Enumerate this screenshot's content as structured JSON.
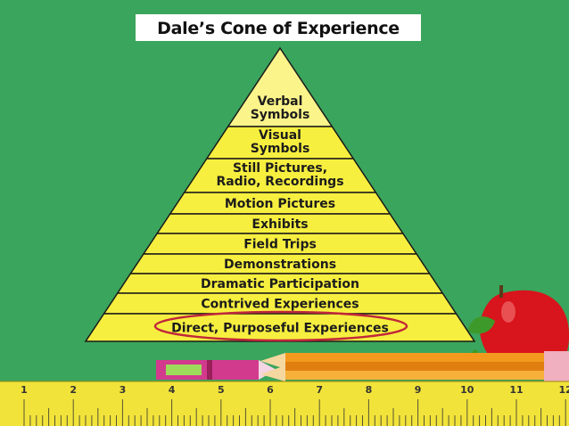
{
  "title": "Dale’s Cone of Experience",
  "levels": [
    "Verbal Symbols",
    "Visual Symbols",
    "Still Pictures, Radio, Recordings",
    "Motion Pictures",
    "Exhibits",
    "Field Trips",
    "Demonstrations",
    "Dramatic Participation",
    "Contrived Experiences",
    "Direct, Purposeful Experiences"
  ],
  "highlighted_level": "Direct, Purposeful Experiences",
  "ruler_numbers": [
    "1",
    "2",
    "3",
    "4",
    "5",
    "6",
    "7",
    "8",
    "9",
    "10",
    "11",
    "12"
  ],
  "colors": {
    "background": "#3aa55c",
    "cone_fill": "#f7ef3f",
    "cone_fill_light": "#fbf48a",
    "highlight_ellipse": "#c0273a",
    "ruler": "#f2e33a",
    "apple": "#d8141c",
    "leaf": "#3d9a2a",
    "pencil_orange": "#f39a1e",
    "crayon_pink": "#d23a8e"
  }
}
